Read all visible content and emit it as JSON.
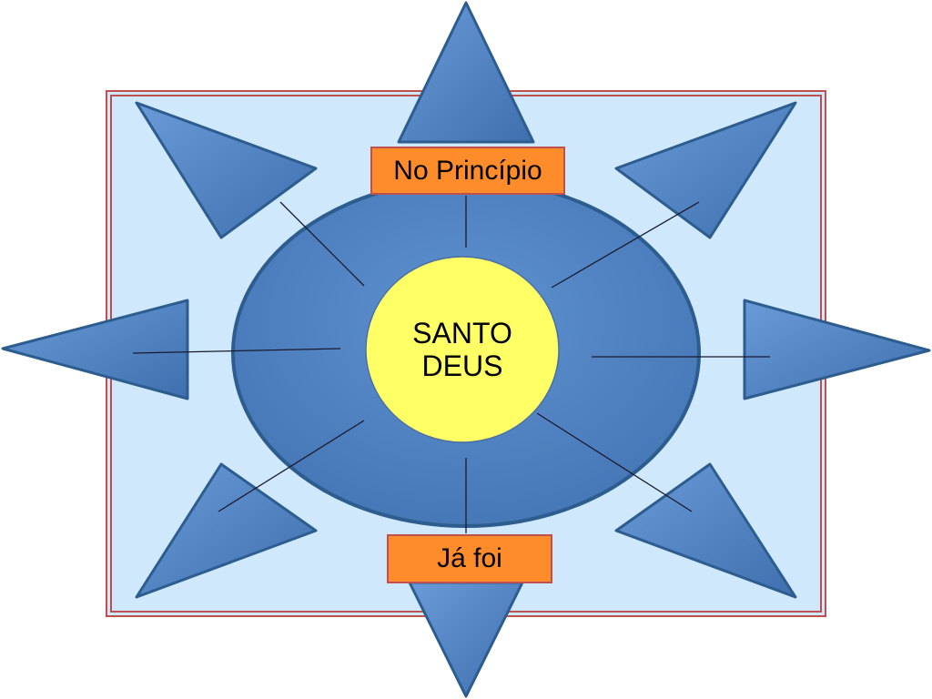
{
  "labels": {
    "top": "No Princípio",
    "bottom": "Já foi",
    "center_line1": "SANTO",
    "center_line2": "DEUS"
  },
  "colors": {
    "background_panel": "#cfe8fb",
    "panel_border": "#c0504d",
    "arrow_fill": "#4f81bd",
    "arrow_stroke": "#2d5c8f",
    "ellipse_fill": "#5587c6",
    "center_fill": "#ffff66",
    "label_fill": "#ff8c2a",
    "line_color": "#1a1a2e"
  }
}
